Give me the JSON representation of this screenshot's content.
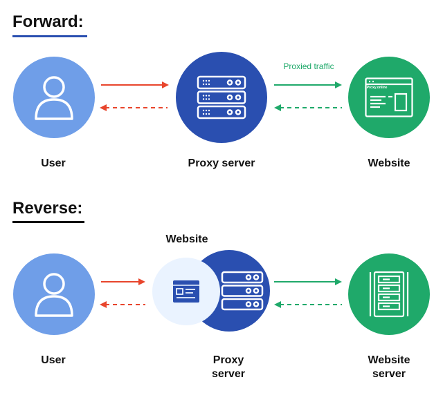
{
  "forward": {
    "title": "Forward:",
    "user_label": "User",
    "proxy_label": "Proxy server",
    "website_label": "Website",
    "traffic_label": "Proxied traffic",
    "browser_brand": "1Proxy.online"
  },
  "reverse": {
    "title": "Reverse:",
    "website_label": "Website",
    "user_label": "User",
    "proxy_label_line1": "Proxy",
    "proxy_label_line2": "server",
    "server_label_line1": "Website",
    "server_label_line2": "server"
  },
  "colors": {
    "user_circle": "#6f9ee8",
    "proxy_circle": "#2a4fb0",
    "website_circle": "#1fa96a",
    "website_overlay": "#eaf3ff",
    "request_arrow": "#e8452c",
    "proxy_arrow": "#1fa96a",
    "underline": "#2a4fb0"
  }
}
